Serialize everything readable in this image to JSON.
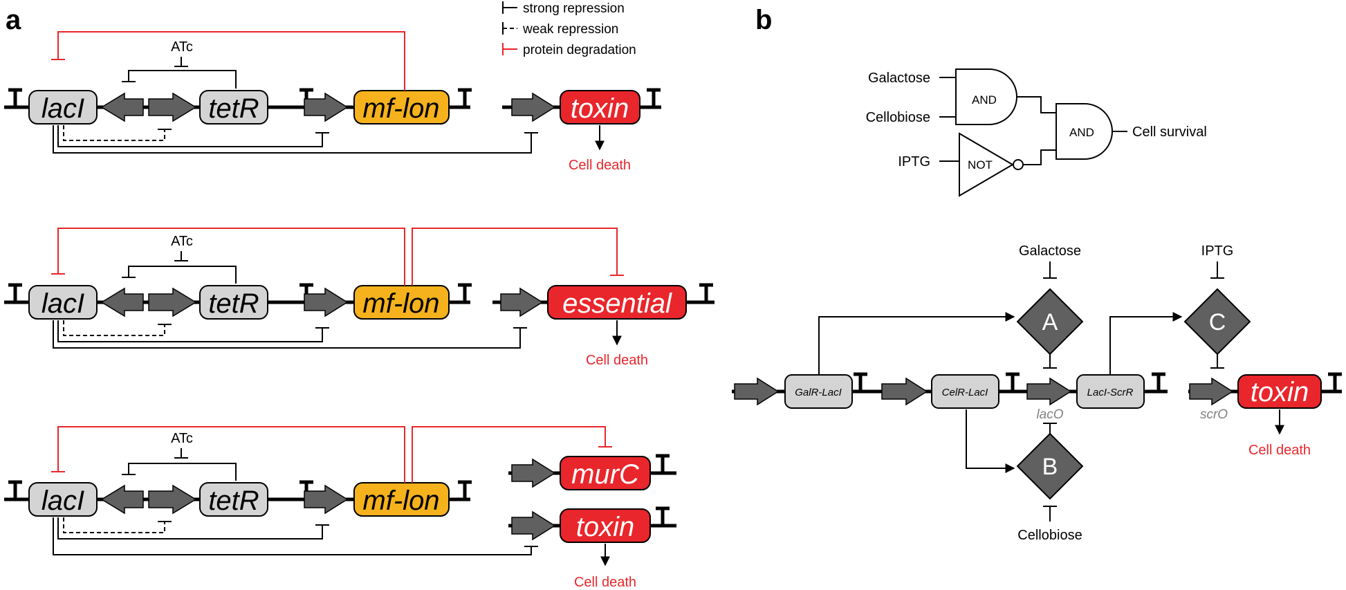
{
  "panel_a": {
    "letter": "a",
    "legend": {
      "strong": "strong repression",
      "weak": "weak repression",
      "degradation": "protein degradation"
    },
    "inducer": "ATc",
    "genes": {
      "laci": "lacI",
      "tetr": "tetR",
      "mflon": "mf-lon",
      "toxin": "toxin",
      "essential": "essential",
      "murc": "murC"
    },
    "cell_death": "Cell death"
  },
  "panel_b": {
    "letter": "b",
    "logic": {
      "galactose": "Galactose",
      "cellobiose": "Cellobiose",
      "iptg": "IPTG",
      "and1": "AND",
      "and2": "AND",
      "not": "NOT",
      "output": "Cell survival"
    },
    "circuit": {
      "galactose": "Galactose",
      "cellobiose": "Cellobiose",
      "iptg": "IPTG",
      "node_a": "A",
      "node_b": "B",
      "node_c": "C",
      "galr_laci": "GalR-LacI",
      "celr_laci": "CelR-LacI",
      "laci_scrr": "LacI-ScrR",
      "laco": "lacO",
      "scro": "scrO",
      "toxin": "toxin",
      "cell_death": "Cell death"
    }
  },
  "colors": {
    "red": "#e8262b",
    "orange": "#f5b21d",
    "gray_box": "#d4d4d4",
    "arrow_gray": "#606060",
    "diamond": "#606060"
  }
}
